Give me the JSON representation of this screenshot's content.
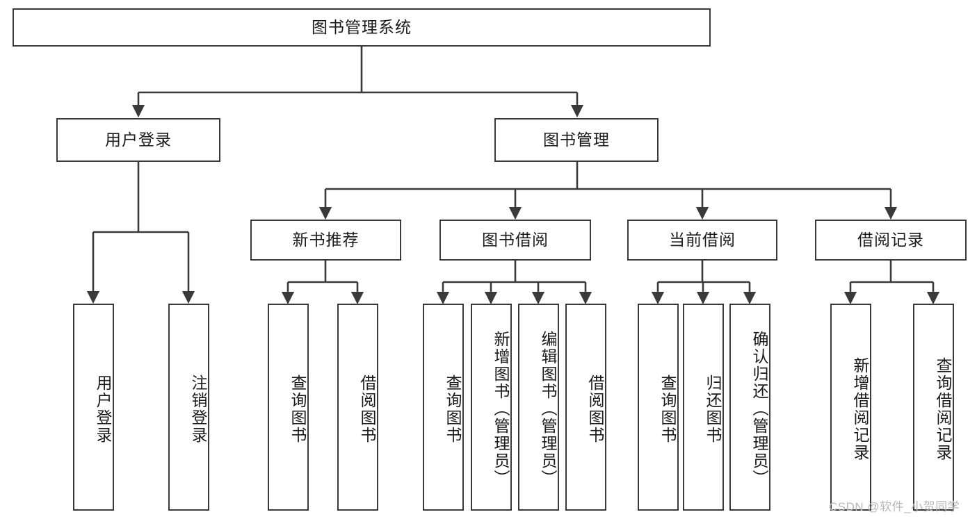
{
  "diagram": {
    "type": "tree-hierarchy",
    "title": "图书管理系统",
    "orientation": "top-down",
    "colors": {
      "stroke": "#3a3a3a",
      "fill": "#ffffff",
      "text": "#1a1a1a",
      "watermark": "#b8b8b8"
    },
    "root": {
      "label": "图书管理系统"
    },
    "level2": [
      {
        "label": "用户登录"
      },
      {
        "label": "图书管理"
      }
    ],
    "level3": [
      {
        "label": "新书推荐"
      },
      {
        "label": "图书借阅"
      },
      {
        "label": "当前借阅"
      },
      {
        "label": "借阅记录"
      }
    ],
    "leaves": [
      {
        "label": "用户登录",
        "parent": "用户登录"
      },
      {
        "label": "注销登录",
        "parent": "用户登录"
      },
      {
        "label": "查询图书",
        "parent": "新书推荐"
      },
      {
        "label": "借阅图书",
        "parent": "新书推荐"
      },
      {
        "label": "查询图书",
        "parent": "图书借阅"
      },
      {
        "label": "新增图书（管理员）",
        "parent": "图书借阅"
      },
      {
        "label": "编辑图书（管理员）",
        "parent": "图书借阅"
      },
      {
        "label": "借阅图书",
        "parent": "图书借阅"
      },
      {
        "label": "查询图书",
        "parent": "当前借阅"
      },
      {
        "label": "归还图书",
        "parent": "当前借阅"
      },
      {
        "label": "确认归还（管理员）",
        "parent": "当前借阅"
      },
      {
        "label": "新增借阅记录",
        "parent": "借阅记录"
      },
      {
        "label": "查询借阅记录",
        "parent": "借阅记录"
      }
    ]
  },
  "watermark": {
    "text": "CSDN @软件_小贺同学"
  }
}
